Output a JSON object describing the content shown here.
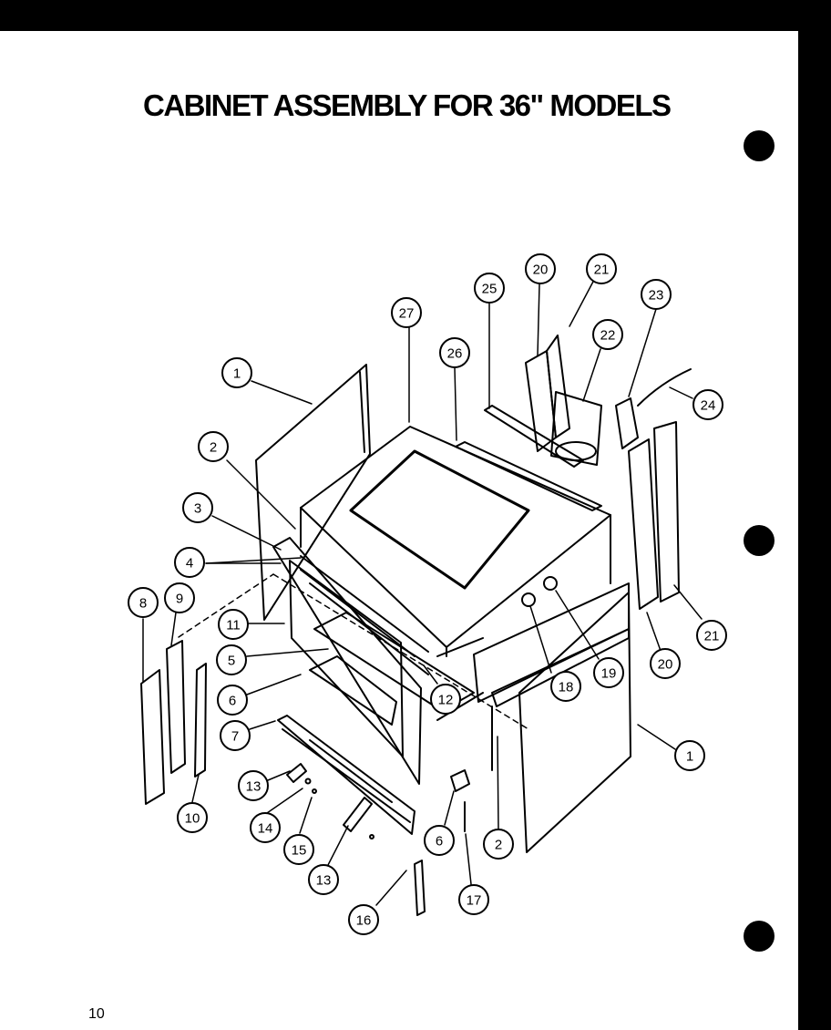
{
  "title": "CABINET ASSEMBLY FOR 36\" MODELS",
  "page_number": "10",
  "callouts": [
    {
      "id": "c27",
      "label": "27"
    },
    {
      "id": "c25",
      "label": "25"
    },
    {
      "id": "c20a",
      "label": "20"
    },
    {
      "id": "c21a",
      "label": "21"
    },
    {
      "id": "c23",
      "label": "23"
    },
    {
      "id": "c22",
      "label": "22"
    },
    {
      "id": "c26",
      "label": "26"
    },
    {
      "id": "c24",
      "label": "24"
    },
    {
      "id": "c1a",
      "label": "1"
    },
    {
      "id": "c2a",
      "label": "2"
    },
    {
      "id": "c3",
      "label": "3"
    },
    {
      "id": "c4",
      "label": "4"
    },
    {
      "id": "c8",
      "label": "8"
    },
    {
      "id": "c9",
      "label": "9"
    },
    {
      "id": "c11",
      "label": "11"
    },
    {
      "id": "c5",
      "label": "5"
    },
    {
      "id": "c6a",
      "label": "6"
    },
    {
      "id": "c7",
      "label": "7"
    },
    {
      "id": "c12",
      "label": "12"
    },
    {
      "id": "c18",
      "label": "18"
    },
    {
      "id": "c19",
      "label": "19"
    },
    {
      "id": "c20b",
      "label": "20"
    },
    {
      "id": "c21b",
      "label": "21"
    },
    {
      "id": "c1b",
      "label": "1"
    },
    {
      "id": "c13a",
      "label": "13"
    },
    {
      "id": "c10",
      "label": "10"
    },
    {
      "id": "c14",
      "label": "14"
    },
    {
      "id": "c15",
      "label": "15"
    },
    {
      "id": "c13b",
      "label": "13"
    },
    {
      "id": "c6b",
      "label": "6"
    },
    {
      "id": "c2b",
      "label": "2"
    },
    {
      "id": "c17",
      "label": "17"
    },
    {
      "id": "c16",
      "label": "16"
    }
  ]
}
